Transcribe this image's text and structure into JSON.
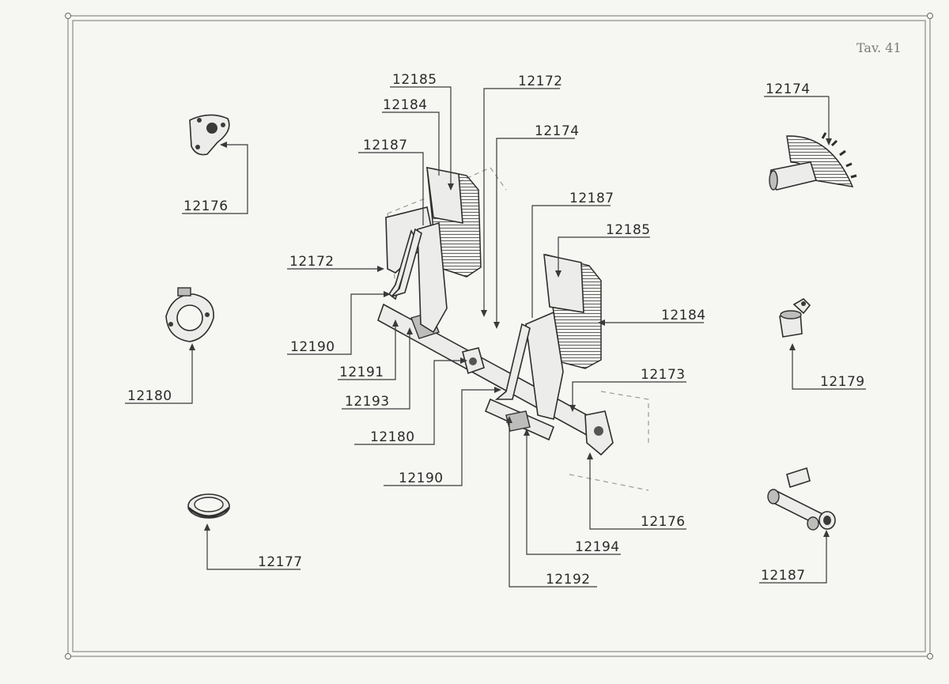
{
  "plate": {
    "label": "Tav. 41"
  },
  "callouts": [
    {
      "id": "c1",
      "text": "12185"
    },
    {
      "id": "c2",
      "text": "12172"
    },
    {
      "id": "c3",
      "text": "12184"
    },
    {
      "id": "c4",
      "text": "12174"
    },
    {
      "id": "c5",
      "text": "12187"
    },
    {
      "id": "c6",
      "text": "12174"
    },
    {
      "id": "c7",
      "text": "12176"
    },
    {
      "id": "c8",
      "text": "12187"
    },
    {
      "id": "c9",
      "text": "12185"
    },
    {
      "id": "c10",
      "text": "12172"
    },
    {
      "id": "c11",
      "text": "12184"
    },
    {
      "id": "c12",
      "text": "12190"
    },
    {
      "id": "c13",
      "text": "12191"
    },
    {
      "id": "c14",
      "text": "12180"
    },
    {
      "id": "c15",
      "text": "12179"
    },
    {
      "id": "c16",
      "text": "12173"
    },
    {
      "id": "c17",
      "text": "12193"
    },
    {
      "id": "c18",
      "text": "12180"
    },
    {
      "id": "c19",
      "text": "12190"
    },
    {
      "id": "c20",
      "text": "12176"
    },
    {
      "id": "c21",
      "text": "12177"
    },
    {
      "id": "c22",
      "text": "12194"
    },
    {
      "id": "c23",
      "text": "12187"
    },
    {
      "id": "c24",
      "text": "12192"
    }
  ]
}
